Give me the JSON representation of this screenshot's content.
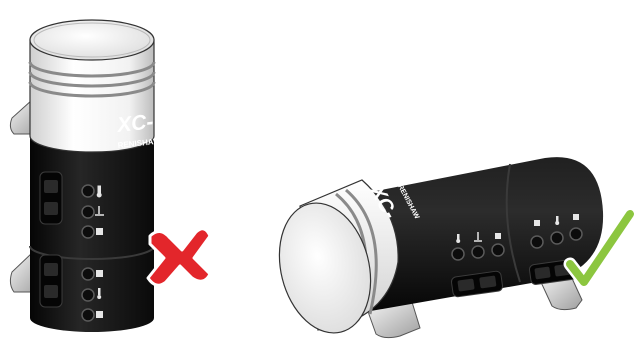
{
  "illustration": {
    "left_unit": {
      "orientation": "vertical",
      "brand_text": "XC-",
      "maker_text": "RENISHAW",
      "verdict": "incorrect",
      "verdict_icon": "red-cross-icon"
    },
    "right_unit": {
      "orientation": "horizontal",
      "brand_text": "XC-",
      "maker_text": "RENISHAW",
      "verdict": "correct",
      "verdict_icon": "green-check-icon"
    }
  },
  "colors": {
    "body_black": "#141414",
    "cap_white": "#f4f4f4",
    "cross_red": "#e3262b",
    "check_green": "#8cc63f",
    "foot_grey": "#d9d9d9"
  }
}
